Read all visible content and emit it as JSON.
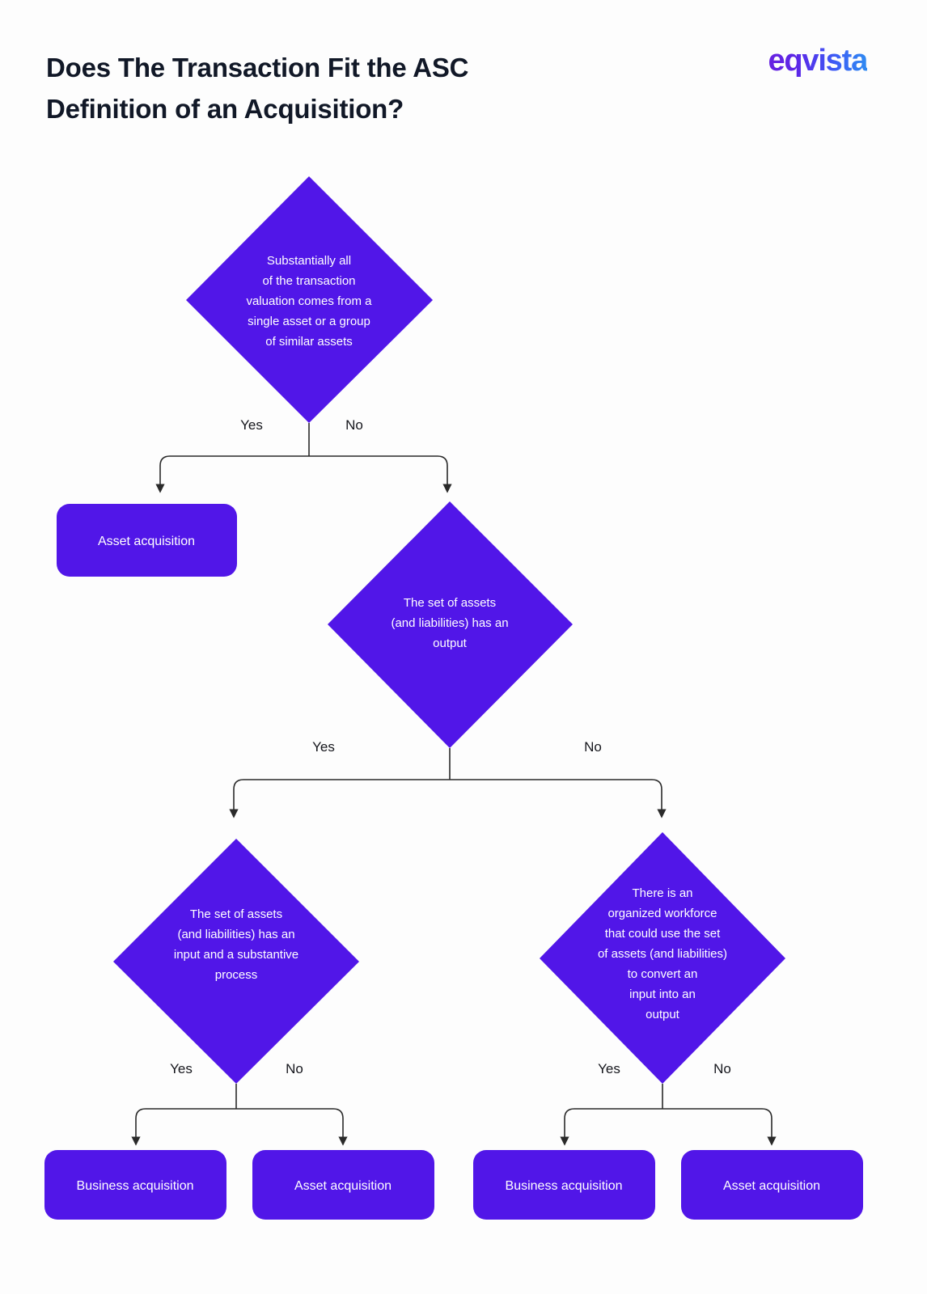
{
  "header": {
    "title": "Does The Transaction Fit the ASC\nDefinition of an Acquisition?",
    "logo": "eqvista"
  },
  "colors": {
    "node_fill": "#5116e8",
    "node_text": "#ffffff",
    "connector": "#2a2a2a",
    "title_text": "#111827",
    "background": "#fdfdfd"
  },
  "chart_data": {
    "type": "diagram",
    "title": "Does The Transaction Fit the ASC Definition of an Acquisition?",
    "nodes": [
      {
        "id": "d1",
        "shape": "diamond",
        "lines": [
          "Substantially all",
          "of the transaction",
          "valuation comes from a",
          "single asset or a group",
          "of similar assets"
        ]
      },
      {
        "id": "b1",
        "shape": "rounded-box",
        "lines": [
          "Asset acquisition"
        ]
      },
      {
        "id": "d2",
        "shape": "diamond",
        "lines": [
          "The set of assets",
          "(and liabilities) has an",
          "output"
        ]
      },
      {
        "id": "d3",
        "shape": "diamond",
        "lines": [
          "The set of assets",
          "(and liabilities) has an",
          "input and a substantive",
          "process"
        ]
      },
      {
        "id": "d4",
        "shape": "diamond",
        "lines": [
          "There is an",
          "organized workforce",
          "that could use the set",
          "of assets (and liabilities)",
          "to convert an",
          "input into an",
          "output"
        ]
      },
      {
        "id": "b2",
        "shape": "rounded-box",
        "lines": [
          "Business acquisition"
        ]
      },
      {
        "id": "b3",
        "shape": "rounded-box",
        "lines": [
          "Asset acquisition"
        ]
      },
      {
        "id": "b4",
        "shape": "rounded-box",
        "lines": [
          "Business acquisition"
        ]
      },
      {
        "id": "b5",
        "shape": "rounded-box",
        "lines": [
          "Asset acquisition"
        ]
      }
    ],
    "edges": [
      {
        "from": "d1",
        "to": "b1",
        "label": "Yes"
      },
      {
        "from": "d1",
        "to": "d2",
        "label": "No"
      },
      {
        "from": "d2",
        "to": "d3",
        "label": "Yes"
      },
      {
        "from": "d2",
        "to": "d4",
        "label": "No"
      },
      {
        "from": "d3",
        "to": "b2",
        "label": "Yes"
      },
      {
        "from": "d3",
        "to": "b3",
        "label": "No"
      },
      {
        "from": "d4",
        "to": "b4",
        "label": "Yes"
      },
      {
        "from": "d4",
        "to": "b5",
        "label": "No"
      }
    ],
    "edge_labels": {
      "l1_yes": "Yes",
      "l1_no": "No",
      "l2_yes": "Yes",
      "l2_no": "No",
      "l3_yes": "Yes",
      "l3_no": "No",
      "l4_yes": "Yes",
      "l4_no": "No"
    }
  }
}
